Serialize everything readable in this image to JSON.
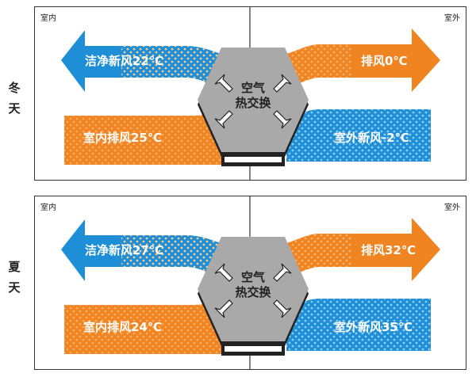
{
  "colors": {
    "blue": "#1e8fd6",
    "orange": "#f08420",
    "core": "#a9a9a9",
    "dot_on_blue": "#f7c98a",
    "dot_on_orange": "#fbb26a",
    "dot_on_blue2": "#9cd3f4"
  },
  "panels": [
    {
      "season_chars": [
        "冬",
        "天"
      ],
      "indoor_label": "室内",
      "outdoor_label": "室外",
      "core_line1": "空气",
      "core_line2": "热交换",
      "supply": "洁净新风22℃",
      "exhaust": "排风0℃",
      "indoor_exhaust": "室内排风25℃",
      "outdoor_fresh": "室外新风-2℃"
    },
    {
      "season_chars": [
        "夏",
        "天"
      ],
      "indoor_label": "室内",
      "outdoor_label": "室外",
      "core_line1": "空气",
      "core_line2": "热交换",
      "supply": "洁净新风27℃",
      "exhaust": "排风32℃",
      "indoor_exhaust": "室内排风24℃",
      "outdoor_fresh": "室外新风35℃"
    }
  ]
}
